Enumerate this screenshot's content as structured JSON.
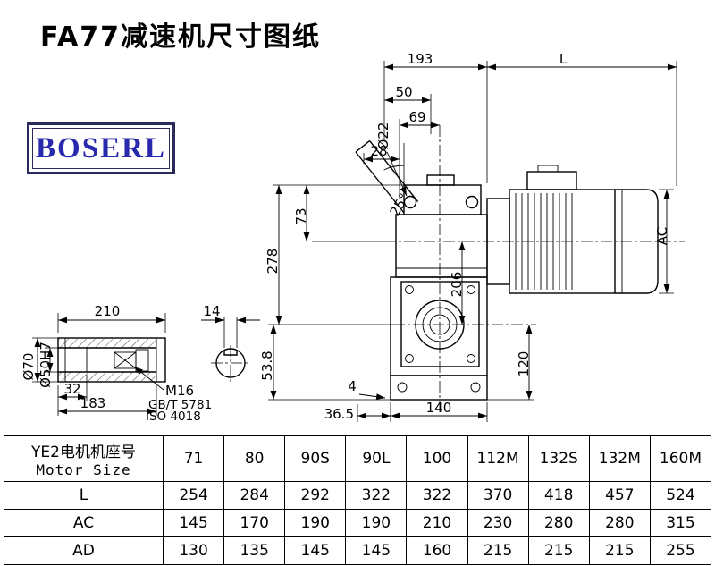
{
  "colors": {
    "logo-border": "#2a2a5c",
    "logo-text": "#2929ad"
  },
  "title": "FA77减速机尺寸图纸",
  "logo": {
    "text": "BOSERL"
  },
  "drawing": {
    "dims": {
      "w193": "193",
      "L": "L",
      "w50": "50",
      "w69": "69",
      "w28": "28",
      "dia22": "Ø22",
      "angle25": "25°",
      "h73": "73",
      "h278": "278",
      "h206": "206",
      "ac": "AC",
      "h120": "120",
      "n4": "4",
      "w36_5": "36.5",
      "w140": "140",
      "h53_8": "53.8",
      "shaft_len": "210",
      "key14": "14",
      "dia70": "Ø70",
      "dia50": "Ø50H7",
      "d32": "32",
      "d183": "183",
      "bolt": "M16",
      "std1": "GB/T 5781",
      "std2": "ISO 4018"
    }
  },
  "table": {
    "header_cn": "YE2电机机座号",
    "header_en": "Motor Size",
    "sizes": [
      "71",
      "80",
      "90S",
      "90L",
      "100",
      "112M",
      "132S",
      "132M",
      "160M"
    ],
    "rows": [
      {
        "label": "L",
        "values": [
          "254",
          "284",
          "292",
          "322",
          "322",
          "370",
          "418",
          "457",
          "524"
        ]
      },
      {
        "label": "AC",
        "values": [
          "145",
          "170",
          "190",
          "190",
          "210",
          "230",
          "280",
          "280",
          "315"
        ]
      },
      {
        "label": "AD",
        "values": [
          "130",
          "135",
          "145",
          "145",
          "160",
          "215",
          "215",
          "215",
          "255"
        ]
      }
    ]
  }
}
